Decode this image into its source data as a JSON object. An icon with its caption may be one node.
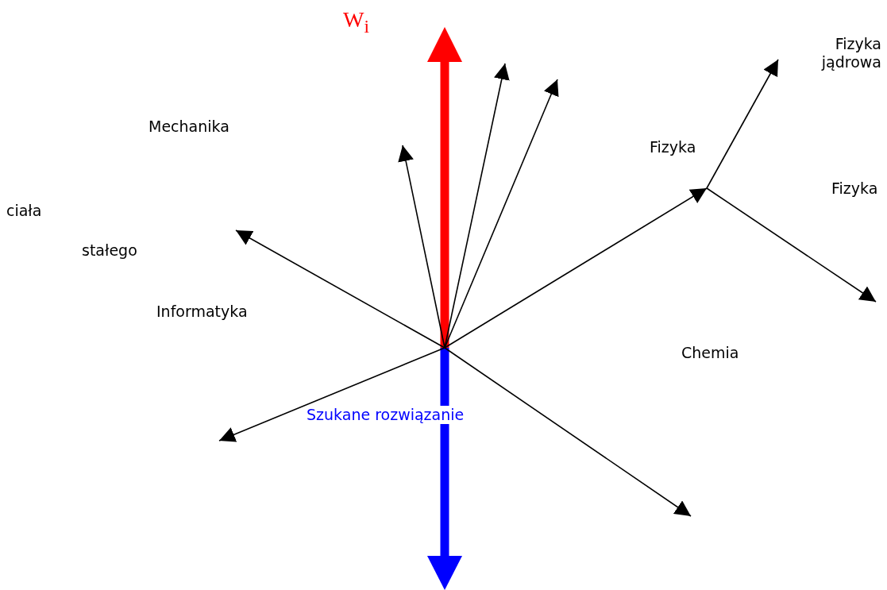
{
  "diagram": {
    "labels": [
      "W$_{i}$",
      "Fizyka jądrowa",
      "Mechanika",
      "Fizyka",
      "Fizyka",
      "ciała",
      "stałego",
      "Informatyka",
      "Chemia",
      "Szukane rozwiązanie"
    ]
  }
}
